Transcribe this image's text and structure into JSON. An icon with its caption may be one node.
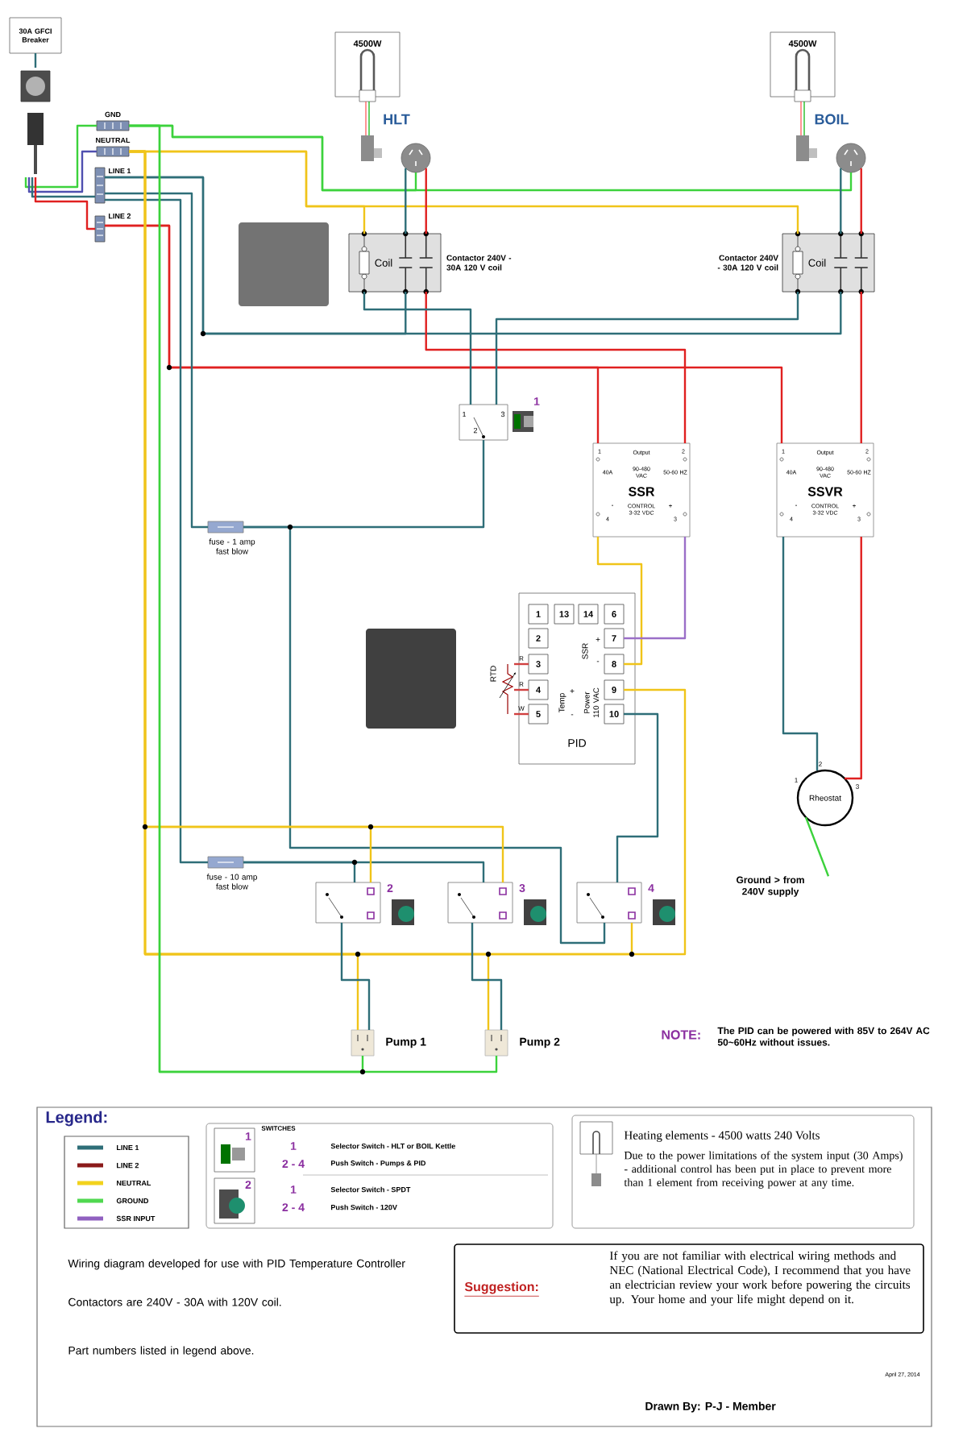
{
  "diagram": {
    "nodes": [
      {
        "text": [
          "30A GFCI Breaker"
        ]
      },
      {
        "text": [],
        "shape": "picture"
      },
      {
        "text": [],
        "shape": "bar",
        "beside": [
          "GND"
        ]
      },
      {
        "text": [],
        "shape": "bar",
        "beside": [
          "NEUTRAL"
        ]
      },
      {
        "text": [],
        "shape": "bar",
        "beside": [
          "LINE 1"
        ]
      },
      {
        "text": [],
        "shape": "bar",
        "beside": [
          "LINE 2"
        ]
      },
      {
        "text": [
          "4500W"
        ]
      },
      {
        "text": [
          "4500W"
        ]
      },
      {
        "text": [],
        "shape": "circle",
        "beside": [
          "HLT"
        ]
      },
      {
        "text": [],
        "shape": "circle",
        "beside": [
          "BOIL"
        ]
      },
      {
        "text": [
          "Coil"
        ],
        "beside": [
          "Contactor 240V - 30A 120 V coil"
        ]
      },
      {
        "text": [
          "Coil"
        ],
        "beside": [
          "Contactor 240V - 30A 120 V coil"
        ]
      },
      {
        "text": [
          "1",
          "3",
          "2"
        ],
        "beside": [
          "1"
        ]
      },
      {
        "text": [
          "1",
          "Output",
          "2",
          "40A",
          "90-480 VAC",
          "50-60 HZ",
          "SSR",
          "-",
          "CONTROL 3-32 VDC",
          "+",
          "4",
          "3"
        ]
      },
      {
        "text": [
          "1",
          "Output",
          "2",
          "40A",
          "90-480 VAC",
          "50-60 HZ",
          "SSVR",
          "-",
          "CONTROL 3-32 VDC",
          "+",
          "4",
          "3"
        ]
      },
      {
        "text": [
          "+",
          "SSR",
          "-",
          "+",
          "Temp",
          "-",
          "Power 110 VAC",
          "PID"
        ]
      },
      {
        "text": [
          "1"
        ],
        "in": 15
      },
      {
        "text": [
          "13"
        ],
        "in": 15
      },
      {
        "text": [
          "14"
        ],
        "in": 15
      },
      {
        "text": [
          "6"
        ],
        "in": 15
      },
      {
        "text": [
          "2"
        ],
        "in": 15
      },
      {
        "text": [
          "7"
        ],
        "in": 15
      },
      {
        "text": [
          "3"
        ],
        "in": 15
      },
      {
        "text": [
          "8"
        ],
        "in": 15
      },
      {
        "text": [
          "4"
        ],
        "in": 15
      },
      {
        "text": [
          "9"
        ],
        "in": 15
      },
      {
        "text": [
          "5"
        ],
        "in": 15
      },
      {
        "text": [
          "10"
        ],
        "in": 15
      },
      {
        "text": [
          "RTD"
        ]
      },
      {
        "text": [],
        "shape": "box",
        "beside": [
          "fuse - 1 amp fast blow"
        ]
      },
      {
        "text": [],
        "shape": "box",
        "beside": [
          "fuse - 10 amp fast blow"
        ]
      },
      {
        "text": [],
        "shape": "box",
        "beside": [
          "2"
        ]
      },
      {
        "text": [],
        "shape": "box",
        "beside": [
          "3"
        ]
      },
      {
        "text": [],
        "shape": "box",
        "beside": [
          "4"
        ]
      },
      {
        "text": [],
        "shape": "box",
        "beside": [
          "Pump 1"
        ]
      },
      {
        "text": [],
        "shape": "box",
        "beside": [
          "Pump 2"
        ]
      },
      {
        "text": [
          "Rheostat"
        ],
        "beside": [
          "1",
          "2",
          "3"
        ]
      },
      {
        "text": [
          "Ground > from 240V supply"
        ]
      }
    ],
    "edges": [
      {
        "from": 0,
        "to": 1,
        "arrow": "none"
      },
      {
        "from": 1,
        "to": 2,
        "arrow": "none",
        "color": "#3cd23c"
      },
      {
        "from": 1,
        "to": 3,
        "arrow": "none",
        "color": "#5050b0"
      },
      {
        "from": 1,
        "to": 4,
        "arrow": "none"
      },
      {
        "from": 1,
        "to": 5,
        "arrow": "none",
        "color": "#e02020"
      },
      {
        "from": 2,
        "to": 8,
        "arrow": "none",
        "color": "#3cd23c"
      },
      {
        "from": 2,
        "to": 9,
        "arrow": "none",
        "color": "#3cd23c"
      },
      {
        "from": 3,
        "to": 10,
        "arrow": "none",
        "color": "#f0c419"
      },
      {
        "from": 3,
        "to": 11,
        "arrow": "none",
        "color": "#f0c419"
      },
      {
        "from": 10,
        "to": 8,
        "arrow": "none"
      },
      {
        "from": 10,
        "to": 8,
        "arrow": "none",
        "color": "#e02020"
      },
      {
        "from": 11,
        "to": 9,
        "arrow": "none"
      },
      {
        "from": 11,
        "to": 9,
        "arrow": "none",
        "color": "#e02020"
      },
      {
        "from": 4,
        "to": 10,
        "arrow": "none"
      },
      {
        "from": 4,
        "to": 11,
        "arrow": "none"
      },
      {
        "from": 5,
        "to": 13,
        "arrow": "none",
        "color": "#e02020"
      },
      {
        "from": 13,
        "to": 10,
        "arrow": "none",
        "color": "#e02020"
      },
      {
        "from": 5,
        "to": 14,
        "arrow": "none",
        "color": "#e02020"
      },
      {
        "from": 14,
        "to": 11,
        "arrow": "none",
        "color": "#e02020"
      },
      {
        "from": 14,
        "to": 36,
        "arrow": "none",
        "color": "#e02020"
      },
      {
        "from": 14,
        "to": 36,
        "arrow": "none"
      },
      {
        "from": 37,
        "to": 36,
        "arrow": "none",
        "color": "#3cd23c"
      },
      {
        "from": 10,
        "to": 12,
        "arrow": "none"
      },
      {
        "from": 11,
        "to": 12,
        "arrow": "none"
      },
      {
        "from": 12,
        "to": 29,
        "arrow": "none"
      },
      {
        "from": 4,
        "to": 29,
        "arrow": "none"
      },
      {
        "from": 4,
        "to": 30,
        "arrow": "none"
      },
      {
        "from": 30,
        "to": 31,
        "arrow": "none"
      },
      {
        "from": 30,
        "to": 32,
        "arrow": "none"
      },
      {
        "from": 29,
        "to": 33,
        "arrow": "none"
      },
      {
        "from": 33,
        "to": 27,
        "arrow": "none"
      },
      {
        "from": 3,
        "to": 31,
        "arrow": "none",
        "color": "#f0c419"
      },
      {
        "from": 3,
        "to": 32,
        "arrow": "none",
        "color": "#f0c419"
      },
      {
        "from": 3,
        "to": 25,
        "arrow": "none",
        "color": "#f0c419"
      },
      {
        "from": 3,
        "to": 34,
        "arrow": "none",
        "color": "#f0c419"
      },
      {
        "from": 3,
        "to": 35,
        "arrow": "none",
        "color": "#f0c419"
      },
      {
        "from": 3,
        "to": 33,
        "arrow": "none",
        "color": "#f0c419"
      },
      {
        "from": 31,
        "to": 34,
        "arrow": "none"
      },
      {
        "from": 32,
        "to": 35,
        "arrow": "none"
      },
      {
        "from": 2,
        "to": 34,
        "arrow": "none",
        "color": "#3cd23c"
      },
      {
        "from": 2,
        "to": 35,
        "arrow": "none",
        "color": "#3cd23c"
      },
      {
        "from": 13,
        "to": 23,
        "arrow": "none",
        "color": "#f0c419"
      },
      {
        "from": 13,
        "to": 21,
        "arrow": "none",
        "color": "#9b6fc8"
      },
      {
        "from": 28,
        "to": 22,
        "arrow": "none",
        "color": "#d04040",
        "label": "R"
      },
      {
        "from": 28,
        "to": 24,
        "arrow": "none",
        "color": "#d04040",
        "label": "R"
      },
      {
        "from": 28,
        "to": 26,
        "arrow": "none",
        "color": "#d04040",
        "label": "W"
      }
    ],
    "labels": [
      "NOTE:",
      "The PID can be powered with 85V to 264V AC 50~60Hz without issues.",
      "Legend:",
      "1",
      "SWITCHES",
      "1",
      "Selector Switch - HLT or BOIL Kettle",
      "2 - 4",
      "Push Switch - Pumps & PID",
      "2",
      "1",
      "Selector Switch - SPDT",
      "2 - 4",
      "Push Switch - 120V",
      "Heating elements - 4500 watts 240 Volts",
      "Due to the power limitations of the system input (30 Amps) - additional control has been put in place to prevent more than 1 element from receiving power at any time.",
      "Wiring diagram developed for use with PID Temperature Controller",
      "Contactors are 240V - 30A with 120V coil.",
      "Part numbers listed in legend above.",
      "Suggestion:",
      "If you are not familiar with electrical wiring methods and NEC (National Electrical Code), I recommend that you have an electrician review your work before powering the circuits up. Your home and your life might depend on it.",
      "April 27, 2014",
      "Drawn By: P-J - Member"
    ],
    "legend": [
      {
        "text": "LINE 1",
        "color": "#2e6e78"
      },
      {
        "text": "LINE 2",
        "color": "#8b1a1a"
      },
      {
        "text": "NEUTRAL",
        "color": "#f2d21c"
      },
      {
        "text": "GROUND",
        "color": "#50d850"
      },
      {
        "text": "SSR INPUT",
        "color": "#9060c0"
      }
    ]
  }
}
